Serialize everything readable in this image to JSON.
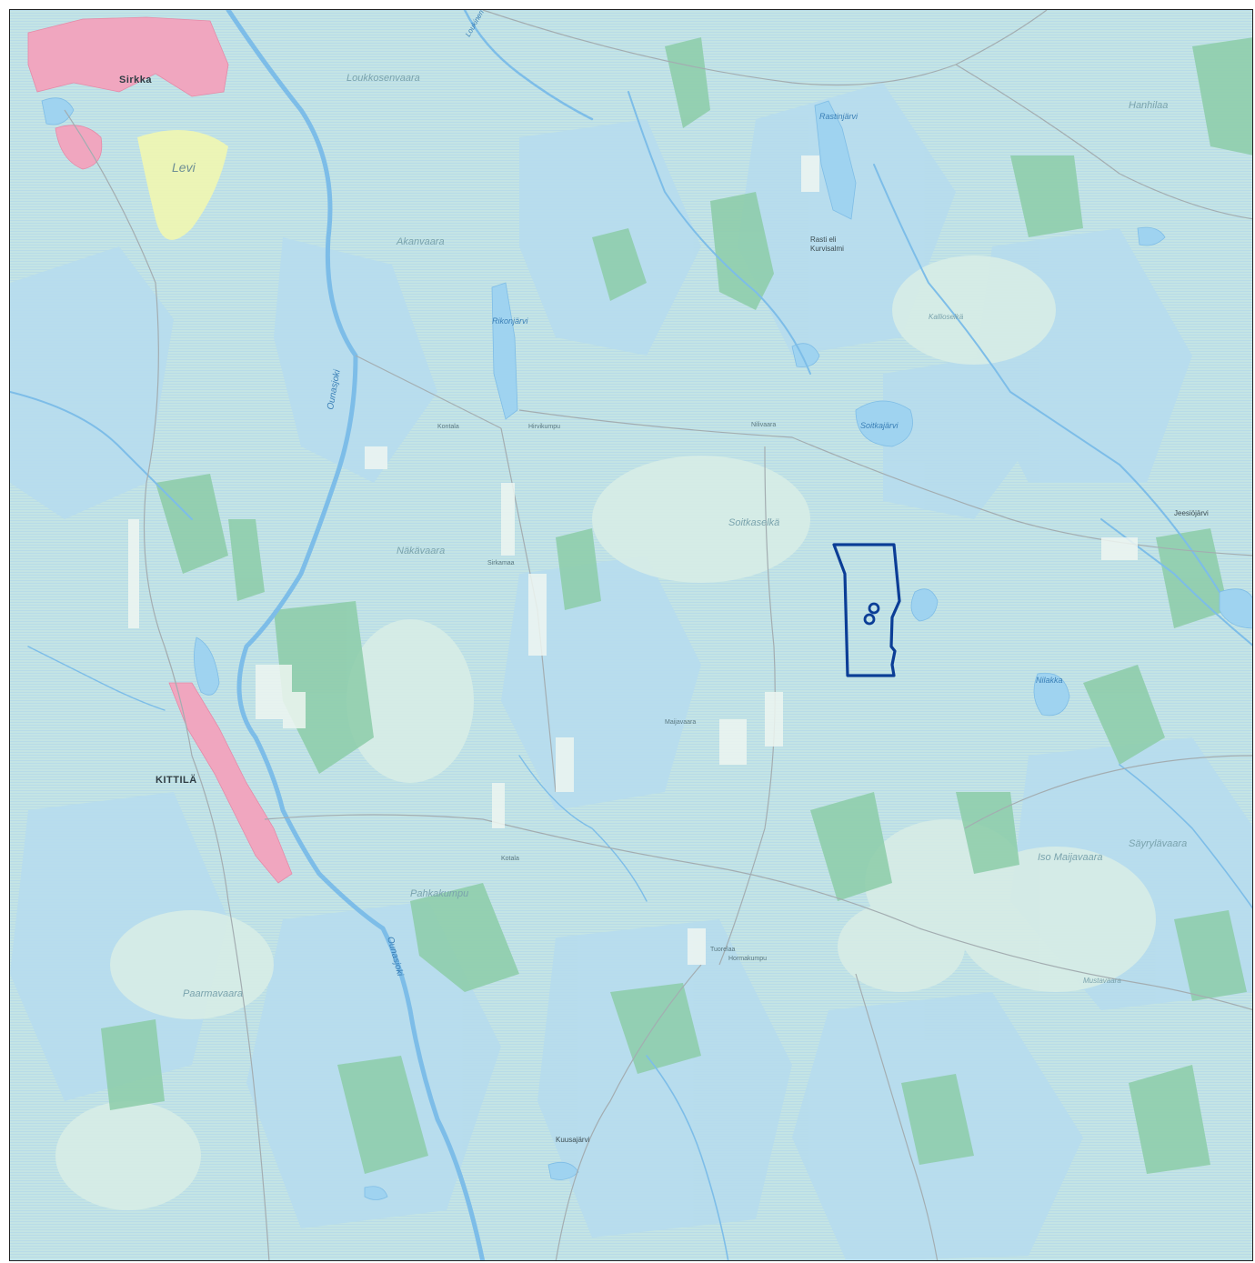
{
  "map": {
    "places": {
      "sirkka": "Sirkka",
      "levi": "Levi",
      "kittila": "KITTILÄ",
      "soitkaselka": "Soitkaselkä",
      "pahkakumpu": "Pahkakumpu",
      "kuusajarvi": "Kuusajärvi",
      "jeesiojarvi": "Jeesiöjärvi",
      "rasti": "Rasti eli",
      "kurvisalmi": "Kurvisalmi",
      "nilivaara": "Nilivaara",
      "maijavaara": "Maijavaara",
      "sirkamaa": "Sirkamaa",
      "kotala": "Kotala",
      "tuorelaa": "Tuorelaa",
      "hormakumpu": "Hormakumpu",
      "hanhilaa": "Hanhilaa",
      "nilakka": "Nilakka",
      "iso_maijavaara": "Iso Maijavaara",
      "sayrylavaara": "Säyrylävaara",
      "musta": "Mustavaara",
      "solkajarvi": "Soitkajärvi",
      "rasti_jarvi": "Rastinjärvi",
      "rokonjarvi": "Rikonjärvi",
      "loukkosenvaara": "Loukkosenvaara",
      "akanvaara": "Akanvaara",
      "kallioselka": "Kallioselkä",
      "naakavaara": "Näkävaara",
      "paarmavaara": "Paarmavaara",
      "hirvikumpu": "Hirvikumpu",
      "kontala": "Kontala"
    },
    "rivers": {
      "ounasjoki_1": "Ounasjoki",
      "ounasjoki_2": "Ounasjoki",
      "loukinen": "Loukinen"
    },
    "colors": {
      "background": "#cde8e2",
      "water": "#a9d8f0",
      "forest": "#8fcfa9",
      "urban": "#f0a9c0",
      "ski_area": "#f2f7b2",
      "boundary": "#0b3d96",
      "road": "#a4aeb2"
    },
    "area_boundary": "project-area"
  }
}
